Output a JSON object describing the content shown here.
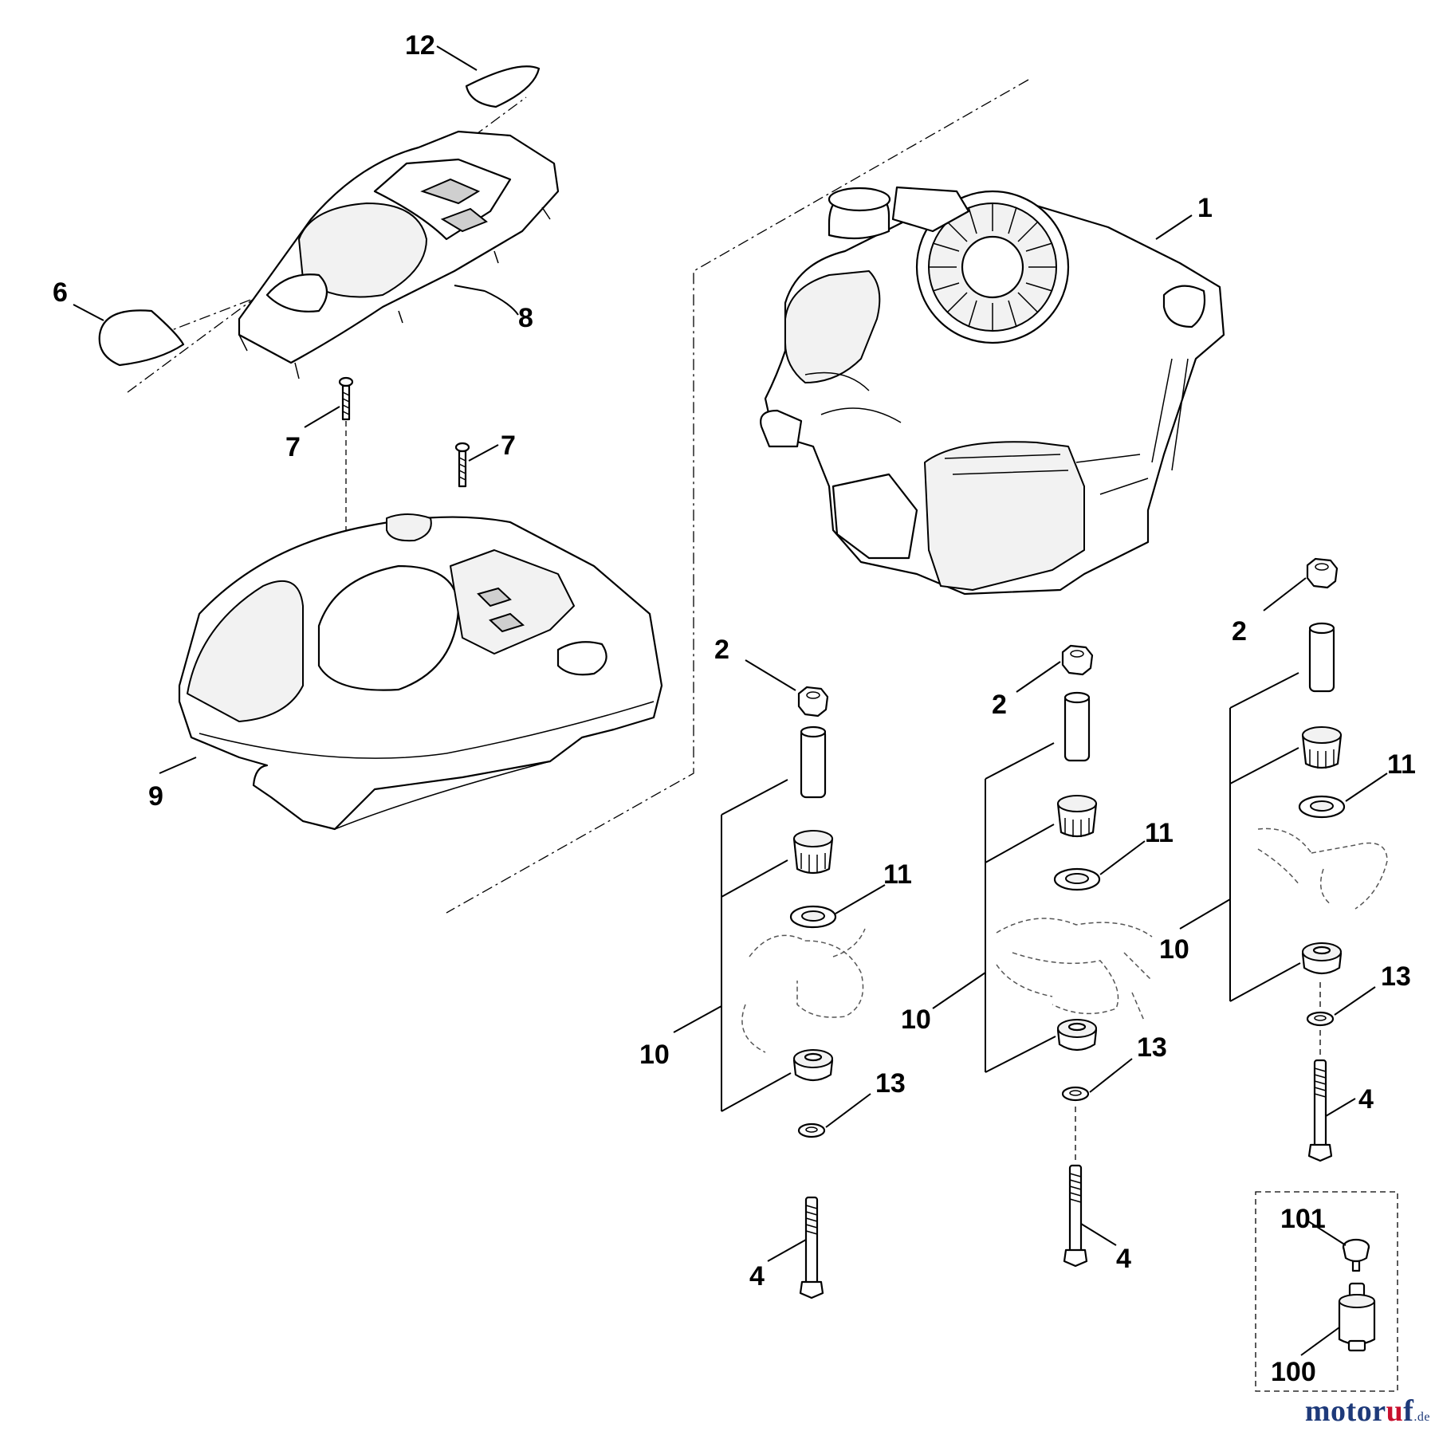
{
  "callouts": {
    "c12": "12",
    "c6": "6",
    "c8": "8",
    "c7a": "7",
    "c7b": "7",
    "c9": "9",
    "c1": "1",
    "c2a": "2",
    "c2b": "2",
    "c2c": "2",
    "c11a": "11",
    "c11b": "11",
    "c11c": "11",
    "c10a": "10",
    "c10b": "10",
    "c10c": "10",
    "c13a": "13",
    "c13b": "13",
    "c13c": "13",
    "c4a": "4",
    "c4b": "4",
    "c4c": "4",
    "c101": "101",
    "c100": "100"
  },
  "watermark": {
    "brand_start": "motor",
    "brand_accent": "u",
    "brand_end": "f",
    "tld": ".de"
  }
}
